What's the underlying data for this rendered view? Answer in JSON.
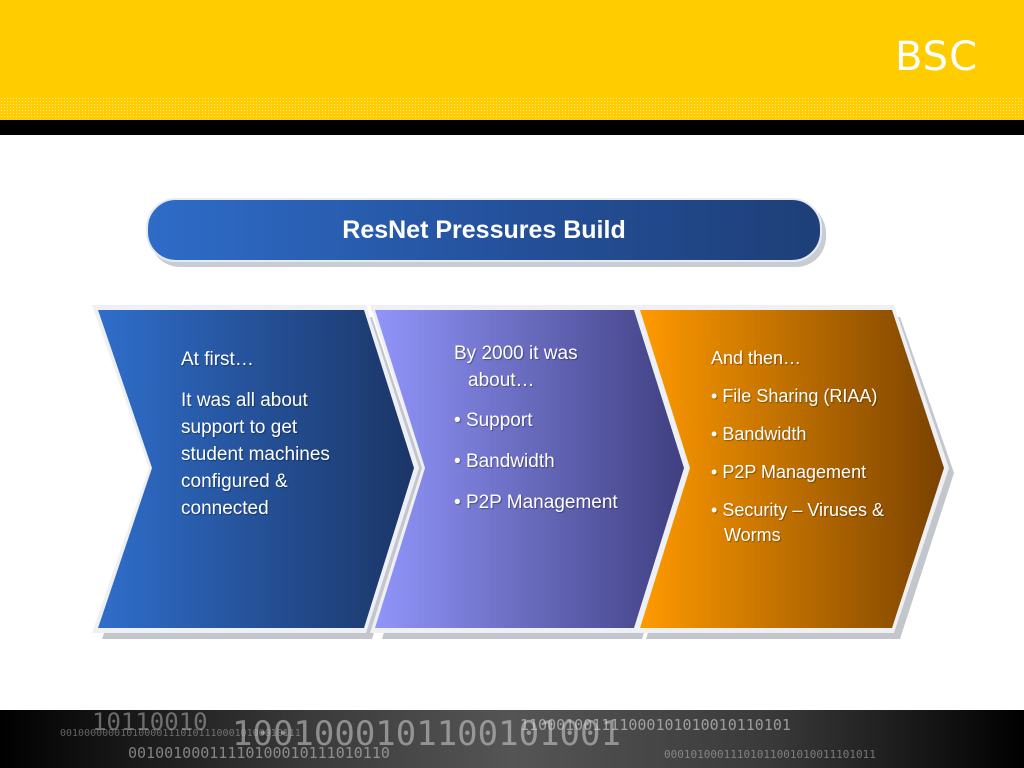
{
  "header": {
    "logo_text": "BSC",
    "background_color": "#FFCC00",
    "bar_color": "#000000"
  },
  "slide": {
    "title": "ResNet Pressures Build",
    "panels": [
      {
        "color": "#2F6ECB",
        "heading": "At first…",
        "body": "It was all about support to get student machines configured & connected"
      },
      {
        "color": "#8D90F5",
        "heading_lines": [
          "By 2000 it was",
          "about…"
        ],
        "items": [
          "Support",
          "Bandwidth",
          "P2P Management"
        ]
      },
      {
        "color": "#F59100",
        "heading": "And then…",
        "items": [
          "File Sharing (RIAA)",
          "Bandwidth",
          "P2P Management",
          "Security – Viruses &",
          "Worms"
        ]
      }
    ]
  },
  "footer": {
    "binary_lines": [
      "10110010",
      "1001000101100101001",
      "110001001111000101010010110101",
      "0010000000101000011101011100010100010111",
      "00100100011110100010111010110",
      "00010100011101011001010011101011"
    ]
  }
}
